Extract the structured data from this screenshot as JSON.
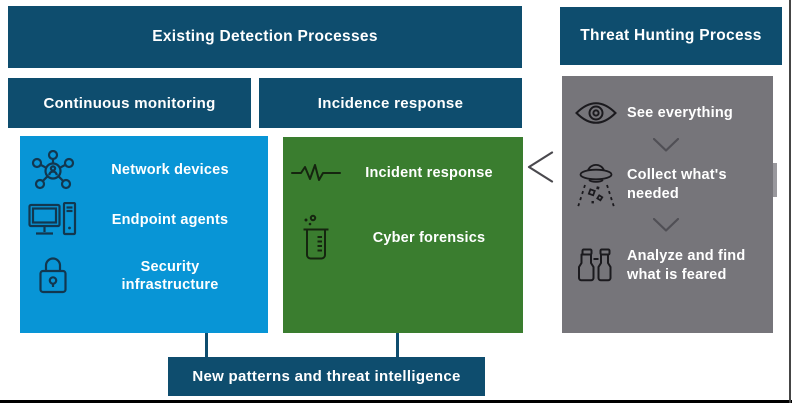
{
  "colors": {
    "dark_blue": "#0E4D6E",
    "light_blue": "#0895D6",
    "green": "#3A7D2F",
    "gray": "#76757A",
    "text": "#FFFFFF"
  },
  "headers": {
    "existing": "Existing Detection Processes",
    "threat": "Threat Hunting Process"
  },
  "subheaders": {
    "continuous": "Continuous monitoring",
    "incidence": "Incidence response"
  },
  "monitoring": {
    "items": [
      {
        "icon": "network-icon",
        "label": "Network devices"
      },
      {
        "icon": "endpoint-icon",
        "label": "Endpoint agents"
      },
      {
        "icon": "lock-icon",
        "label": "Security infrastructure"
      }
    ]
  },
  "response": {
    "items": [
      {
        "icon": "pulse-icon",
        "label": "Incident response"
      },
      {
        "icon": "beaker-icon",
        "label": "Cyber forensics"
      }
    ]
  },
  "hunting": {
    "steps": [
      {
        "icon": "eye-icon",
        "label": "See everything"
      },
      {
        "icon": "ufo-icon",
        "label": "Collect what's needed"
      },
      {
        "icon": "binoculars-icon",
        "label": "Analyze and find what is feared"
      }
    ]
  },
  "bottom_bar": {
    "label": "New patterns and threat intelligence"
  }
}
